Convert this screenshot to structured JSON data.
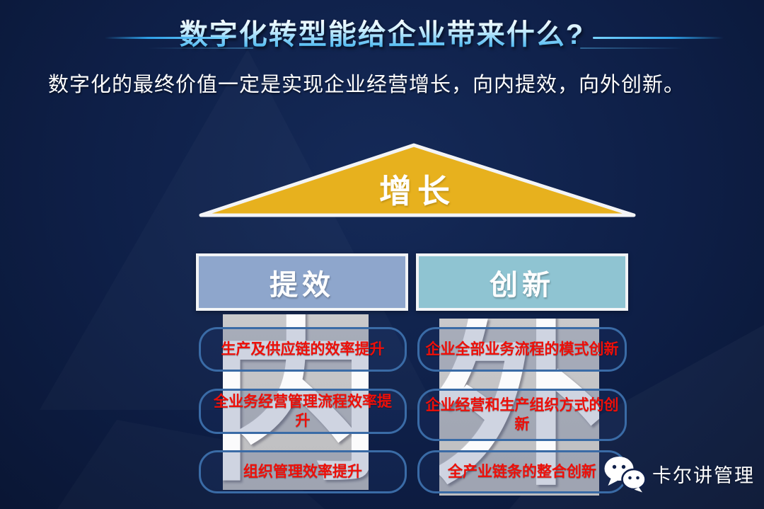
{
  "slide": {
    "title": "数字化转型能给企业带来什么?",
    "subtitle": "数字化的最终价值一定是实现企业经营增长，向内提效，向外创新。"
  },
  "house": {
    "roof": {
      "label": "增长",
      "fill": "#e7b11e"
    },
    "columns": [
      {
        "header": "提效",
        "header_fill": "#8ea6cc",
        "watermark": "内",
        "items": [
          "生产及供应链的效率提升",
          "全业务经营管理流程效率提升",
          "组织管理效率提升"
        ]
      },
      {
        "header": "创新",
        "header_fill": "#8fc4d2",
        "watermark": "外",
        "items": [
          "企业全部业务流程的模式创新",
          "企业经营和生产组织方式的创新",
          "全产业链条的整合创新"
        ]
      }
    ]
  },
  "footer": {
    "brand": "卡尔讲管理",
    "icon": "wechat-icon"
  },
  "colors": {
    "background": "#0e1f47",
    "accent_line": "#2e9fe6",
    "item_border": "#3a6ba6",
    "item_text": "#ee0f09",
    "pillar": "#c5c5c7",
    "roof": "#e7b11e",
    "header_left": "#8ea6cc",
    "header_right": "#8fc4d2"
  }
}
